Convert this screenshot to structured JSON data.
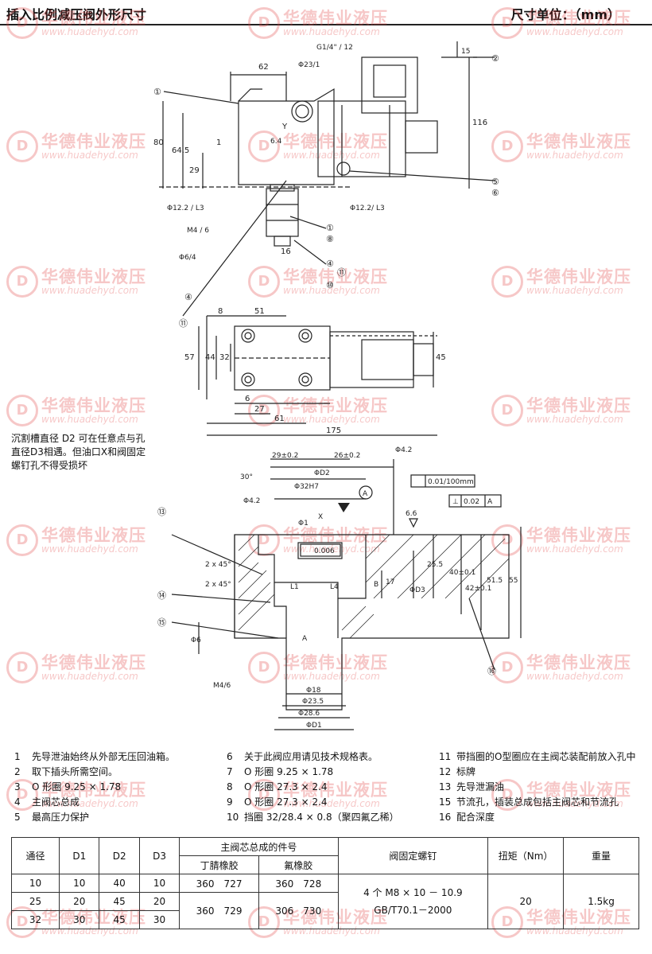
{
  "header": {
    "title": "插入比例减压阀外形尺寸",
    "unit": "尺寸单位：（mm）"
  },
  "watermark": {
    "brand": "华德伟业液压",
    "url": "www.huadehyd.com",
    "color": "#e23b3b"
  },
  "drawing": {
    "front_view": {
      "dims": [
        "62",
        "Φ23/1",
        "G1/4\" / 12",
        "15",
        "116",
        "80",
        "64.5",
        "29",
        "1",
        "Y",
        "6.4",
        "Φ12.2 / L3",
        "Φ12.2/ L3",
        "M4 / 6",
        "Φ6/4",
        "16"
      ],
      "callouts": [
        "①",
        "②",
        "⑤",
        "⑥",
        "①",
        "⑧",
        "④",
        "⑪",
        "⑩",
        "④"
      ]
    },
    "top_view": {
      "dims": [
        "8",
        "51",
        "57",
        "44",
        "32",
        "45",
        "6",
        "27",
        "61",
        "175"
      ],
      "callouts": [
        "⑪"
      ]
    },
    "section_view": {
      "dims": [
        "29±0.2",
        "26±0.2",
        "Φ4.2",
        "ΦD2",
        "Φ32H7",
        "Φ4.2",
        "Φ1",
        "30°",
        "2 x 45°",
        "2 x 45°",
        "25.5",
        "40±0.1",
        "42±0.1",
        "51.5",
        "55",
        "17",
        "ΦD3",
        "Φ6",
        "M4/6",
        "Φ18",
        "Φ23.5",
        "Φ28.6",
        "ΦD1",
        "A",
        "B",
        "X",
        "L1",
        "L4",
        "0.01/100mm",
        "0.02",
        "A",
        "0.006",
        "6.6",
        "⊥"
      ],
      "callouts": [
        "⑬",
        "⑭",
        "⑮",
        "⑯"
      ]
    },
    "note": "沉割槽直径 D2 可在任意点与孔直径D3相遇。但油口X和阀固定螺钉孔不得受损坏"
  },
  "legend": [
    {
      "num": "1",
      "text": "先导泄油始终从外部无压回油箱。"
    },
    {
      "num": "2",
      "text": "取下插头所需空间。"
    },
    {
      "num": "3",
      "text": "O 形圈 9.25 × 1.78"
    },
    {
      "num": "4",
      "text": "主阀芯总成"
    },
    {
      "num": "5",
      "text": "最高压力保护"
    },
    {
      "num": "6",
      "text": "关于此阀应用请见技术规格表。"
    },
    {
      "num": "7",
      "text": "O 形圈 9.25 × 1.78"
    },
    {
      "num": "8",
      "text": "O 形圈 27.3 × 2.4"
    },
    {
      "num": "9",
      "text": "O 形圈 27.3 × 2.4"
    },
    {
      "num": "10",
      "text": "挡圈 32/28.4 × 0.8（聚四氟乙稀）"
    },
    {
      "num": "11",
      "text": "带挡圈的O型圈应在主阀芯装配前放入孔中"
    },
    {
      "num": "12",
      "text": "标牌"
    },
    {
      "num": "13",
      "text": "先导泄漏油"
    },
    {
      "num": "15",
      "text": "节流孔，插装总成包括主阀芯和节流孔"
    },
    {
      "num": "16",
      "text": "配合深度"
    }
  ],
  "table": {
    "headers": {
      "bore": "通径",
      "d1": "D1",
      "d2": "D2",
      "d3": "D3",
      "parts": "主阀芯总成的件号",
      "nbr": "丁腈橡胶",
      "fkm": "氟橡胶",
      "screw": "阀固定螺钉",
      "torque": "扭矩（Nm）",
      "weight": "重量"
    },
    "rows": [
      {
        "bore": "10",
        "d1": "10",
        "d2": "40",
        "d3": "10",
        "nbr": "360　727",
        "fkm": "360　728"
      },
      {
        "bore": "25",
        "d1": "20",
        "d2": "45",
        "d3": "20",
        "nbr": "360　729",
        "fkm": "306　730"
      },
      {
        "bore": "32",
        "d1": "30",
        "d2": "45",
        "d3": "30"
      }
    ],
    "screw_line1": "4 个 M8 × 10 － 10.9",
    "screw_line2": "GB/T70.1－2000",
    "torque": "20",
    "weight": "1.5kg"
  }
}
